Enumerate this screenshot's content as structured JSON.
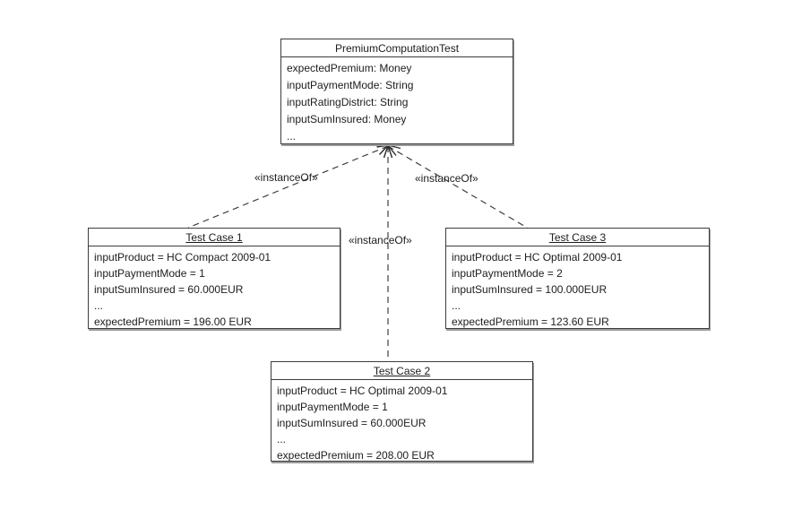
{
  "diagram": {
    "class_box": {
      "title": "PremiumComputationTest",
      "attributes": [
        "expectedPremium: Money",
        "inputPaymentMode: String",
        "inputRatingDistrict: String",
        "inputSumInsured: Money",
        "..."
      ]
    },
    "test_cases": [
      {
        "title": "Test Case 1",
        "slots": [
          "inputProduct = HC Compact 2009-01",
          "inputPaymentMode = 1",
          "inputSumInsured = 60.000EUR",
          "...",
          "expectedPremium = 196.00 EUR"
        ]
      },
      {
        "title": "Test Case 3",
        "slots": [
          "inputProduct = HC Optimal 2009-01",
          "inputPaymentMode = 2",
          "inputSumInsured = 100.000EUR",
          "...",
          "expectedPremium = 123.60 EUR"
        ]
      },
      {
        "title": "Test Case 2",
        "slots": [
          "inputProduct = HC Optimal 2009-01",
          "inputPaymentMode = 1",
          "inputSumInsured = 60.000EUR",
          "...",
          "expectedPremium = 208.00 EUR"
        ]
      }
    ],
    "connectors": [
      {
        "label": "«instanceOf»"
      },
      {
        "label": "«instanceOf»"
      },
      {
        "label": "«instanceOf»"
      }
    ],
    "colors": {
      "border": "#3c3c3c",
      "text": "#1c1c1c",
      "background": "#ffffff",
      "shadow": "#9c9c9c"
    }
  }
}
